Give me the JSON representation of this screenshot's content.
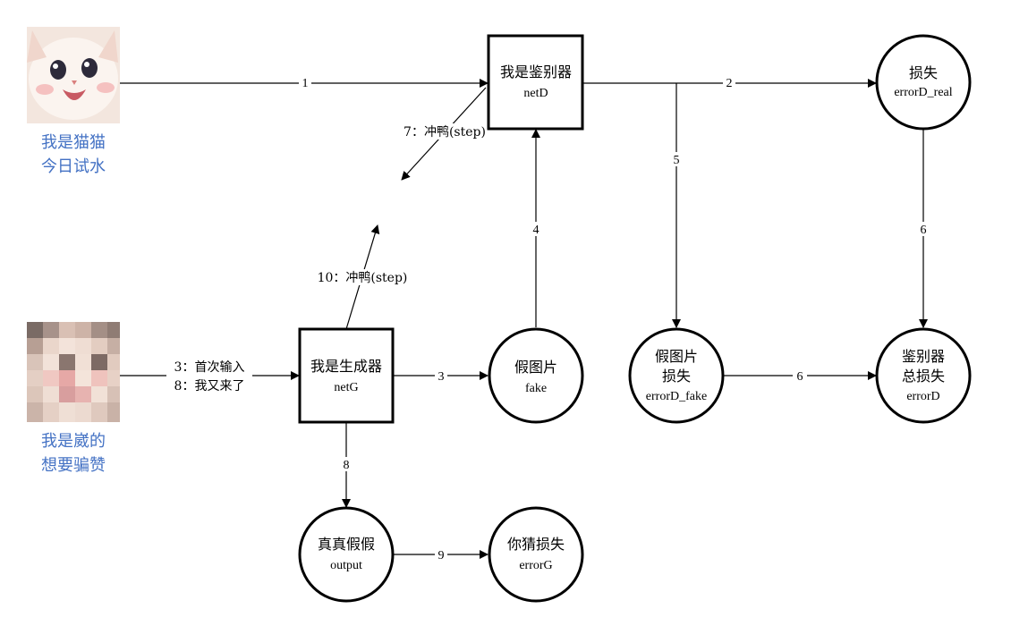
{
  "images": {
    "cat": {
      "caption_line1": "我是猫猫",
      "caption_line2": "今日试水"
    },
    "noise": {
      "caption_line1": "我是崴的",
      "caption_line2": "想要骗赞"
    }
  },
  "nodes": {
    "netD": {
      "title": "我是鉴别器",
      "sub": "netD"
    },
    "netG": {
      "title": "我是生成器",
      "sub": "netG"
    },
    "fake": {
      "title": "假图片",
      "sub": "fake"
    },
    "errorD_real": {
      "title": "损失",
      "sub": "errorD_real"
    },
    "errorD_fake": {
      "title1": "假图片",
      "title2": "损失",
      "sub": "errorD_fake"
    },
    "errorD": {
      "title1": "鉴别器",
      "title2": "总损失",
      "sub": "errorD"
    },
    "output": {
      "title": "真真假假",
      "sub": "output"
    },
    "errorG": {
      "title": "你猜损失",
      "sub": "errorG"
    }
  },
  "edges": {
    "e1": "1",
    "e2": "2",
    "e3_noise_line1": "3：首次输入",
    "e3_noise_line2": "8：我又来了",
    "e3": "3",
    "e4": "4",
    "e5": "5",
    "e6a": "6",
    "e6b": "6",
    "e7": "7：冲鸭(step)",
    "e8": "8",
    "e9": "9",
    "e10": "10：冲鸭(step)"
  }
}
